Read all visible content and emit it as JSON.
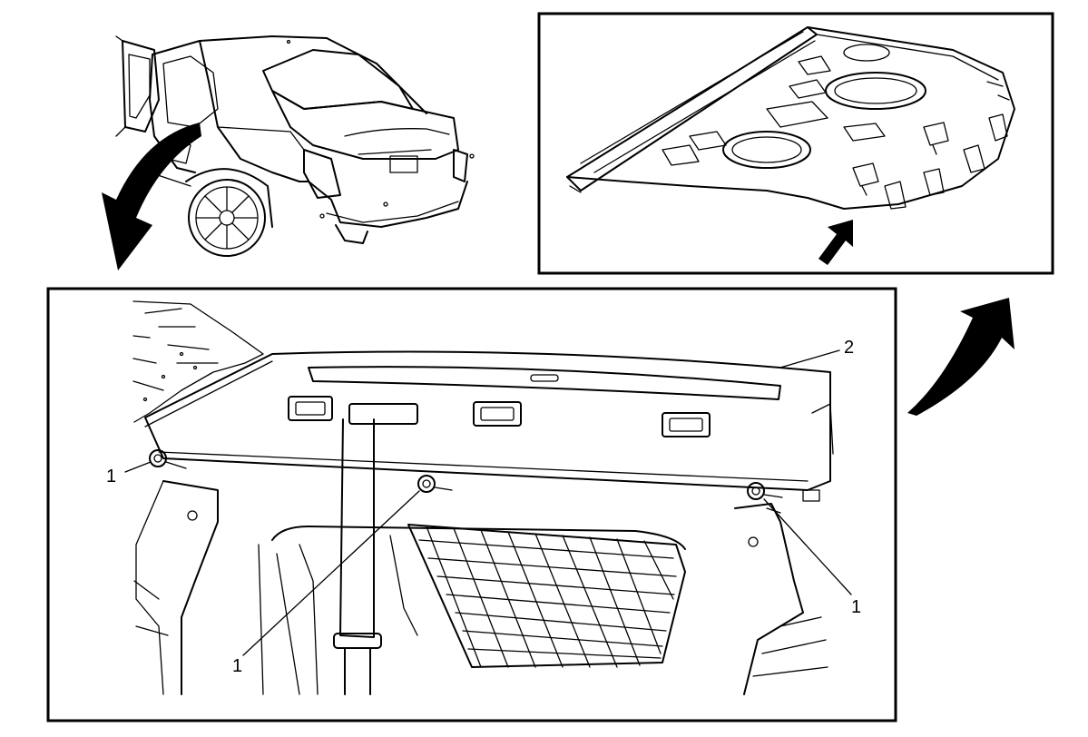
{
  "callouts": {
    "bolt_left": "1",
    "bolt_center": "1",
    "bolt_right": "1",
    "shelf_trim": "2"
  },
  "colors": {
    "line": "#000000",
    "background": "#ffffff"
  },
  "icons": {
    "move_down_arrow": "curved-arrow-down-icon",
    "move_up_arrow": "curved-arrow-up-icon",
    "pointer_arrow": "straight-arrow-icon"
  }
}
